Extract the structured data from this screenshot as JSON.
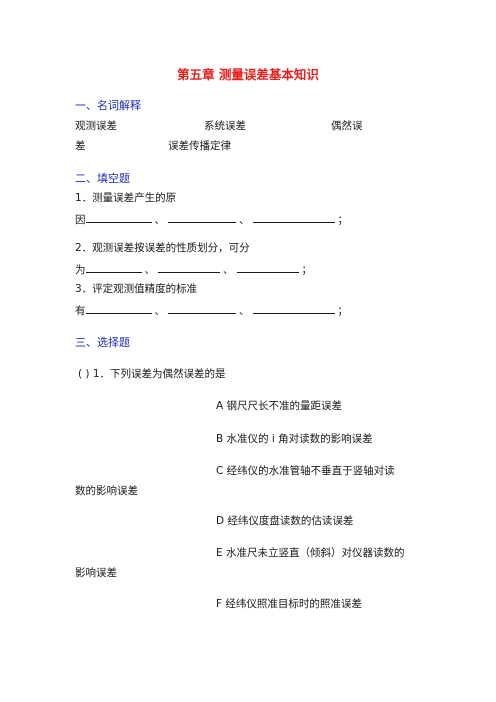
{
  "title": "第五章  测量误差基本知识",
  "section1": {
    "heading": "一、名词解释",
    "terms_line1": [
      "观测误差",
      "系统误差",
      "偶然误"
    ],
    "terms_line2": [
      "差",
      "误差传播定律"
    ]
  },
  "section2": {
    "heading": "二、填空题",
    "q1": {
      "line1": "1．测量误差产生的原",
      "line2_lead": "因",
      "sep": "、",
      "end": "；"
    },
    "q2": {
      "line1": "2．观测误差按误差的性质划分，可分",
      "line2_lead": "为",
      "sep": "、",
      "end": "；"
    },
    "q3": {
      "line1": "3．评定观测值精度的标准",
      "line2_lead": "有",
      "sep": "、",
      "end": "；"
    }
  },
  "section3": {
    "heading": "三、选择题",
    "question": "(    ) 1．下列误差为偶然误差的是",
    "options": {
      "a": "A  钢尺尺长不准的量距误差",
      "b": "B  水准仪的 i 角对读数的影响误差",
      "c_line1": "C  经纬仪的水准管轴不垂直于竖轴对读",
      "c_line2": "数的影响误差",
      "d": "D  经纬仪度盘读数的估读误差",
      "e_line1": "E  水准尺未立竖直（倾斜）对仪器读数的",
      "e_line2": "影响误差",
      "f": "F  经纬仪照准目标时的照准误差"
    }
  }
}
